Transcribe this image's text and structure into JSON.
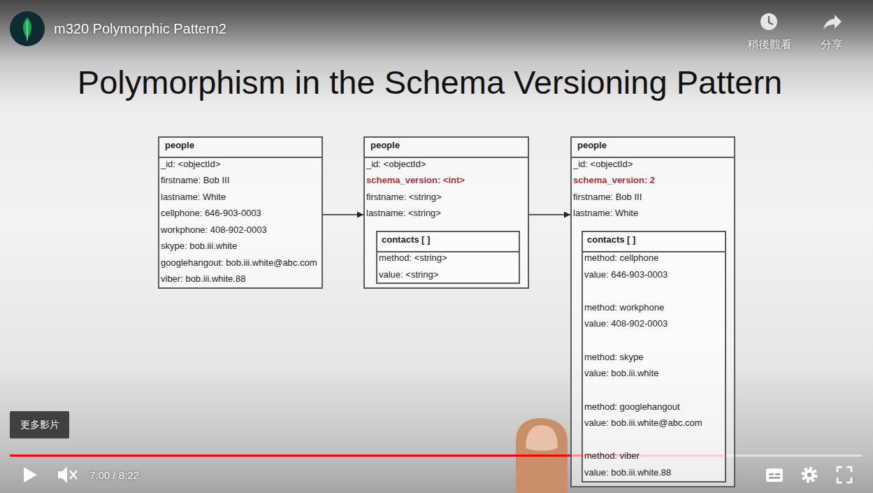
{
  "diagram": {
    "title": "Polymorphism in the Schema Versioning Pattern",
    "nodes": [
      {
        "text": [
          "people",
          "_id: <objectId>",
          "firstname: Bob III",
          "lastname: White",
          "cellphone: 646-903-0003",
          "workphone: 408-902-0003",
          "skype: bob.iii.white",
          "googlehangout: bob.iii.white@abc.com",
          "viber: bob.iii.white.88"
        ]
      },
      {
        "text": [
          "people",
          "_id: <objectId>",
          "schema_version: <int>",
          "firstname: <string>",
          "lastname: <string>"
        ]
      },
      {
        "text": [
          "contacts [ ]",
          "method: <string>",
          "value: <string>"
        ],
        "in": 1
      },
      {
        "text": [
          "people",
          "_id: <objectId>",
          "schema_version: 2",
          "firstname: Bob III",
          "lastname: White"
        ]
      },
      {
        "text": [
          "contacts [ ]",
          "method: cellphone",
          "value: 646-903-0003",
          "method: workphone",
          "value: 408-902-0003",
          "method: skype",
          "value: bob.iii.white",
          "method: googlehangout",
          "value: bob.iii.white@abc.com",
          "method: viber",
          "value: bob.iii.white.88"
        ],
        "in": 3
      }
    ],
    "edges": [
      {
        "from": 0,
        "to": 1,
        "arrow": "to"
      },
      {
        "from": 1,
        "to": 3,
        "arrow": "to"
      }
    ],
    "labels": [
      "m320 Polymorphic Pattern2",
      "稍後觀看",
      "分享",
      "更多影片",
      "7:00 / 8:22"
    ]
  }
}
